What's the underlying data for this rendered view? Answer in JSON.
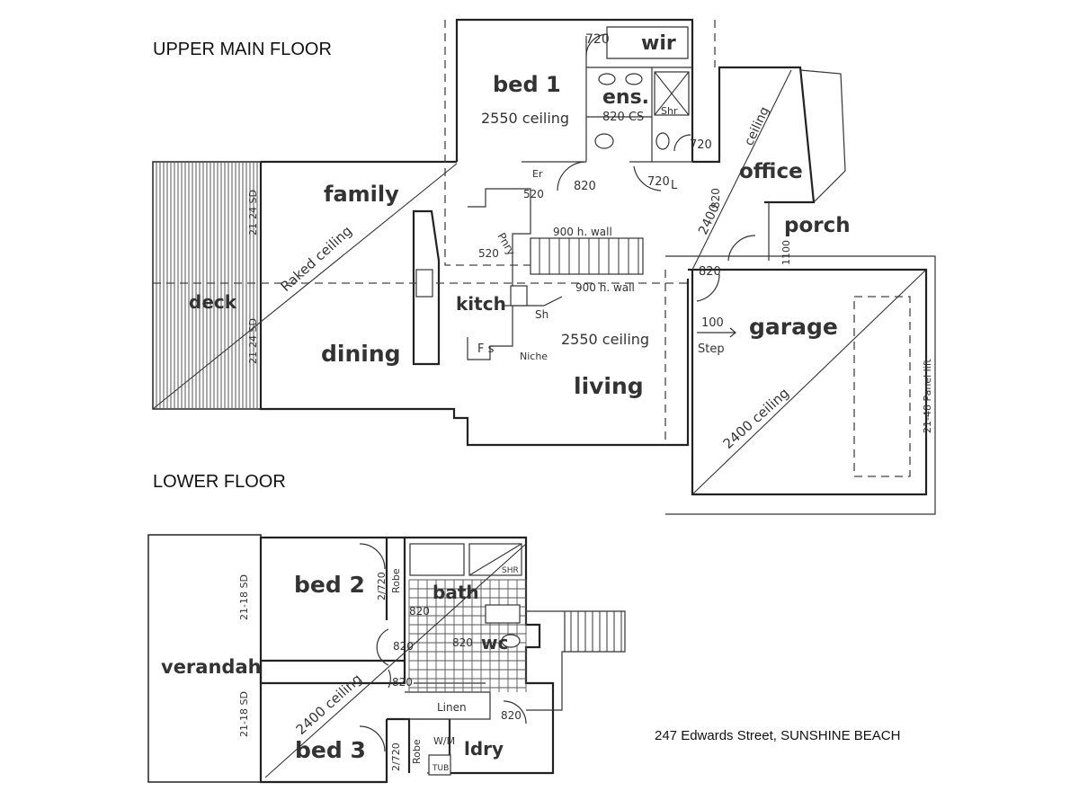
{
  "headings": {
    "upper": "UPPER MAIN FLOOR",
    "lower": "LOWER FLOOR",
    "address": "247 Edwards Street, SUNSHINE BEACH"
  },
  "rooms": {
    "bed1": "bed 1",
    "wir": "wir",
    "ens": "ens.",
    "office": "office",
    "porch": "porch",
    "family": "family",
    "deck": "deck",
    "kitch": "kitch",
    "dining": "dining",
    "living": "living",
    "garage": "garage",
    "bed2": "bed 2",
    "bath": "bath",
    "wc": "wc",
    "verandah": "verandah",
    "bed3": "bed 3",
    "ldry": "ldry"
  },
  "notes": {
    "bed1_ceiling": "2550 ceiling",
    "ens_cs": "820 CS",
    "shr": "Shr",
    "office_ceiling": "ceiling",
    "raked": "Raked ceiling",
    "wall900a": "900 h. wall",
    "wall900b": "900 h. wall",
    "pnry": "Pnry",
    "living_ceiling": "2550 ceiling",
    "garage_ceiling": "2400 ceiling",
    "step_val": "100",
    "step": "Step",
    "niche": "Niche",
    "fs": "F s",
    "sh": "Sh",
    "lower_ceiling": "2400 ceiling",
    "linen": "Linen",
    "robe1": "Robe",
    "robe2": "Robe",
    "wm": "W/M",
    "tub": "TUB",
    "shr2": "SHR",
    "panel_lift": "21-48 Panel lift",
    "er": "Er"
  },
  "dims": {
    "d720_wir": "720",
    "d720_ens": "720",
    "d720_l": "720",
    "L": "L",
    "d820_bed1": "820",
    "d520a": "520",
    "d520b": "520",
    "d820_office": "820",
    "d2400": "2400",
    "d1100": "1100",
    "d820_garage": "820",
    "deck_door1": "21-24 SD",
    "deck_door2": "21-24 SD",
    "ver_door1": "21-18 SD",
    "ver_door2": "21-18 SD",
    "d2720a": "2/720",
    "d2720b": "2/720",
    "d820_bath": "820",
    "d820_wc": "820",
    "d820_b": "820",
    "d820_c": "820",
    "d820_ldry": "820"
  }
}
